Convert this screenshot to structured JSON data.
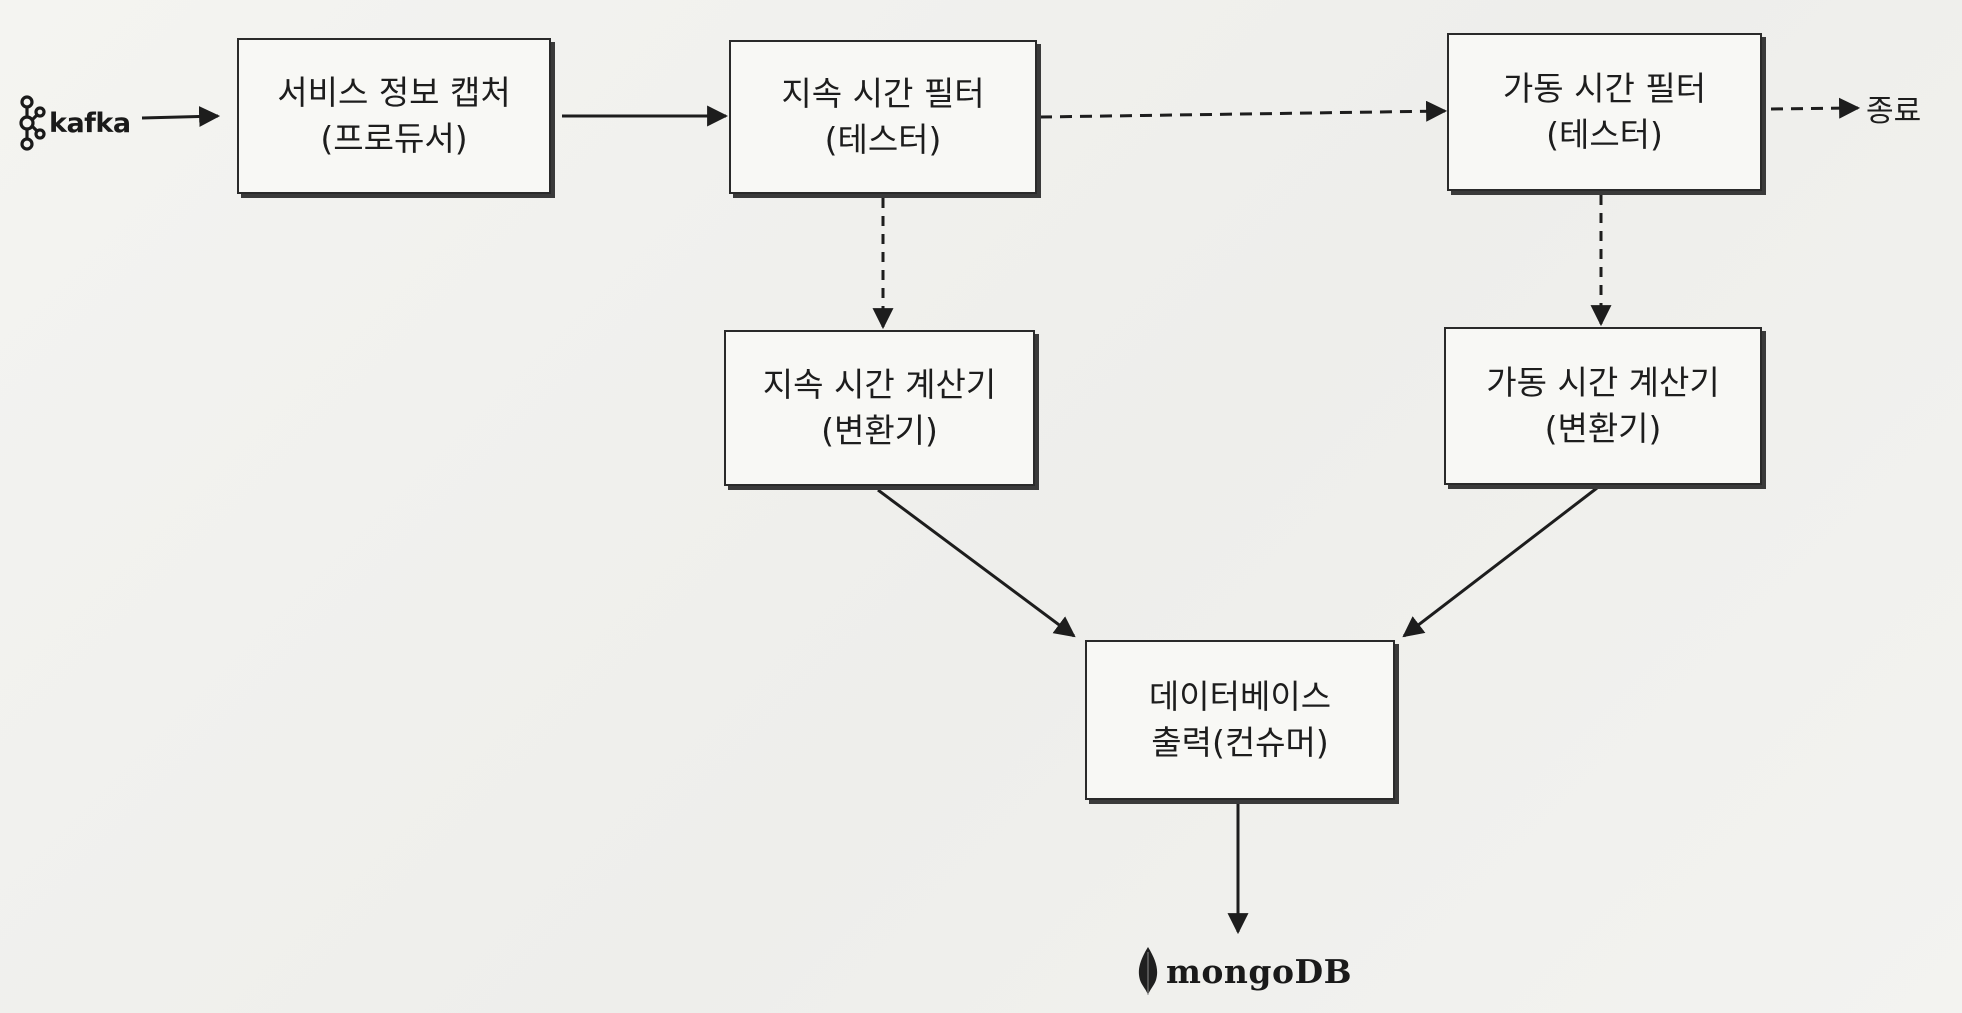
{
  "diagram": {
    "sources": {
      "kafka_logo": {
        "text": "kafka",
        "icon": "kafka-logo-icon"
      },
      "mongodb_logo": {
        "text": "mongoDB",
        "icon": "mongodb-leaf-icon"
      }
    },
    "nodes": {
      "producer": {
        "line1": "서비스 정보 캡처",
        "line2": "(프로듀서)"
      },
      "dur_filter": {
        "line1": "지속 시간 필터",
        "line2": "(테스터)"
      },
      "up_filter": {
        "line1": "가동 시간 필터",
        "line2": "(테스터)"
      },
      "dur_calc": {
        "line1": "지속 시간 계산기",
        "line2": "(변환기)"
      },
      "up_calc": {
        "line1": "가동 시간 계산기",
        "line2": "(변환기)"
      },
      "consumer": {
        "line1": "데이터베이스",
        "line2": "출력(컨슈머)"
      }
    },
    "end_label": "종료",
    "edges": [
      {
        "from": "kafka",
        "to": "producer",
        "style": "solid"
      },
      {
        "from": "producer",
        "to": "dur_filter",
        "style": "solid"
      },
      {
        "from": "dur_filter",
        "to": "up_filter",
        "style": "dashed"
      },
      {
        "from": "up_filter",
        "to": "end",
        "style": "dashed"
      },
      {
        "from": "dur_filter",
        "to": "dur_calc",
        "style": "dashed"
      },
      {
        "from": "up_filter",
        "to": "up_calc",
        "style": "dashed"
      },
      {
        "from": "dur_calc",
        "to": "consumer",
        "style": "solid"
      },
      {
        "from": "up_calc",
        "to": "consumer",
        "style": "solid"
      },
      {
        "from": "consumer",
        "to": "mongodb",
        "style": "solid"
      }
    ],
    "colors": {
      "line": "#1d1d1d",
      "box_fill": "#f8f8f5",
      "background": "#f1f1ee"
    }
  }
}
